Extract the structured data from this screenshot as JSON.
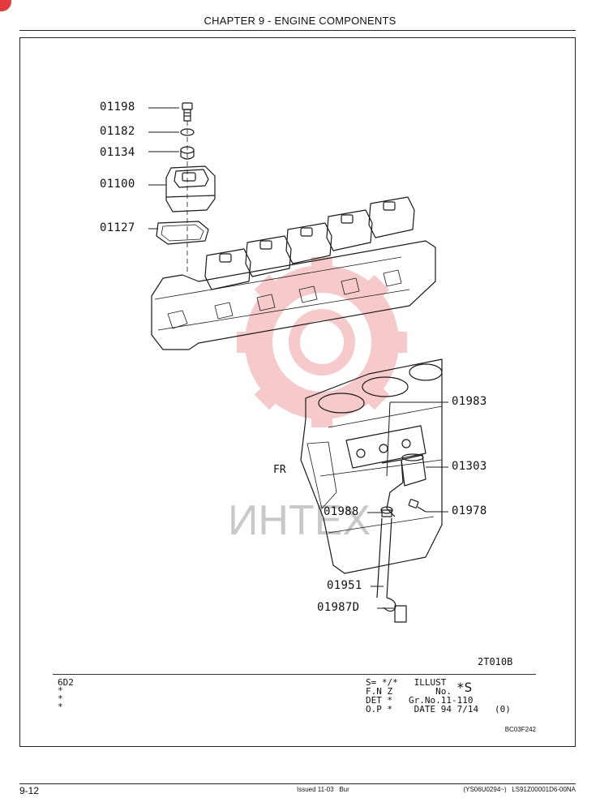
{
  "header": {
    "title": "CHAPTER 9 - ENGINE COMPONENTS"
  },
  "diagram": {
    "callouts": [
      {
        "id": "c01198",
        "label": "01198"
      },
      {
        "id": "c01182",
        "label": "01182"
      },
      {
        "id": "c01134",
        "label": "01134"
      },
      {
        "id": "c01100",
        "label": "01100"
      },
      {
        "id": "c01127",
        "label": "01127"
      },
      {
        "id": "c01983",
        "label": "01983"
      },
      {
        "id": "c01303",
        "label": "01303"
      },
      {
        "id": "c01988",
        "label": "01988"
      },
      {
        "id": "c01978",
        "label": "01978"
      },
      {
        "id": "c01951",
        "label": "01951"
      },
      {
        "id": "c01987D",
        "label": "01987D"
      }
    ],
    "direction_label": "FR",
    "illustration_code": "2T010B",
    "watermark_text": "ИНТЕХ"
  },
  "info_block": {
    "model": "6D2",
    "asterisks": [
      "*",
      "*",
      "*"
    ],
    "s_field": "S= */*",
    "illust_label": "ILLUST",
    "fnz": "F.N Z",
    "no_label": "No.",
    "big_s": "*S",
    "det": "DET *",
    "gr_no": "Gr.No.11-110",
    "op": "O.P *",
    "date": "DATE 94 7/14",
    "rev": "(0)",
    "code": "BC03F242"
  },
  "footer": {
    "page_number": "9-12",
    "issued": "Issued 11-03   Bur",
    "reference": "(YS06U0294~)   LS91Z00001D6-00NA"
  }
}
